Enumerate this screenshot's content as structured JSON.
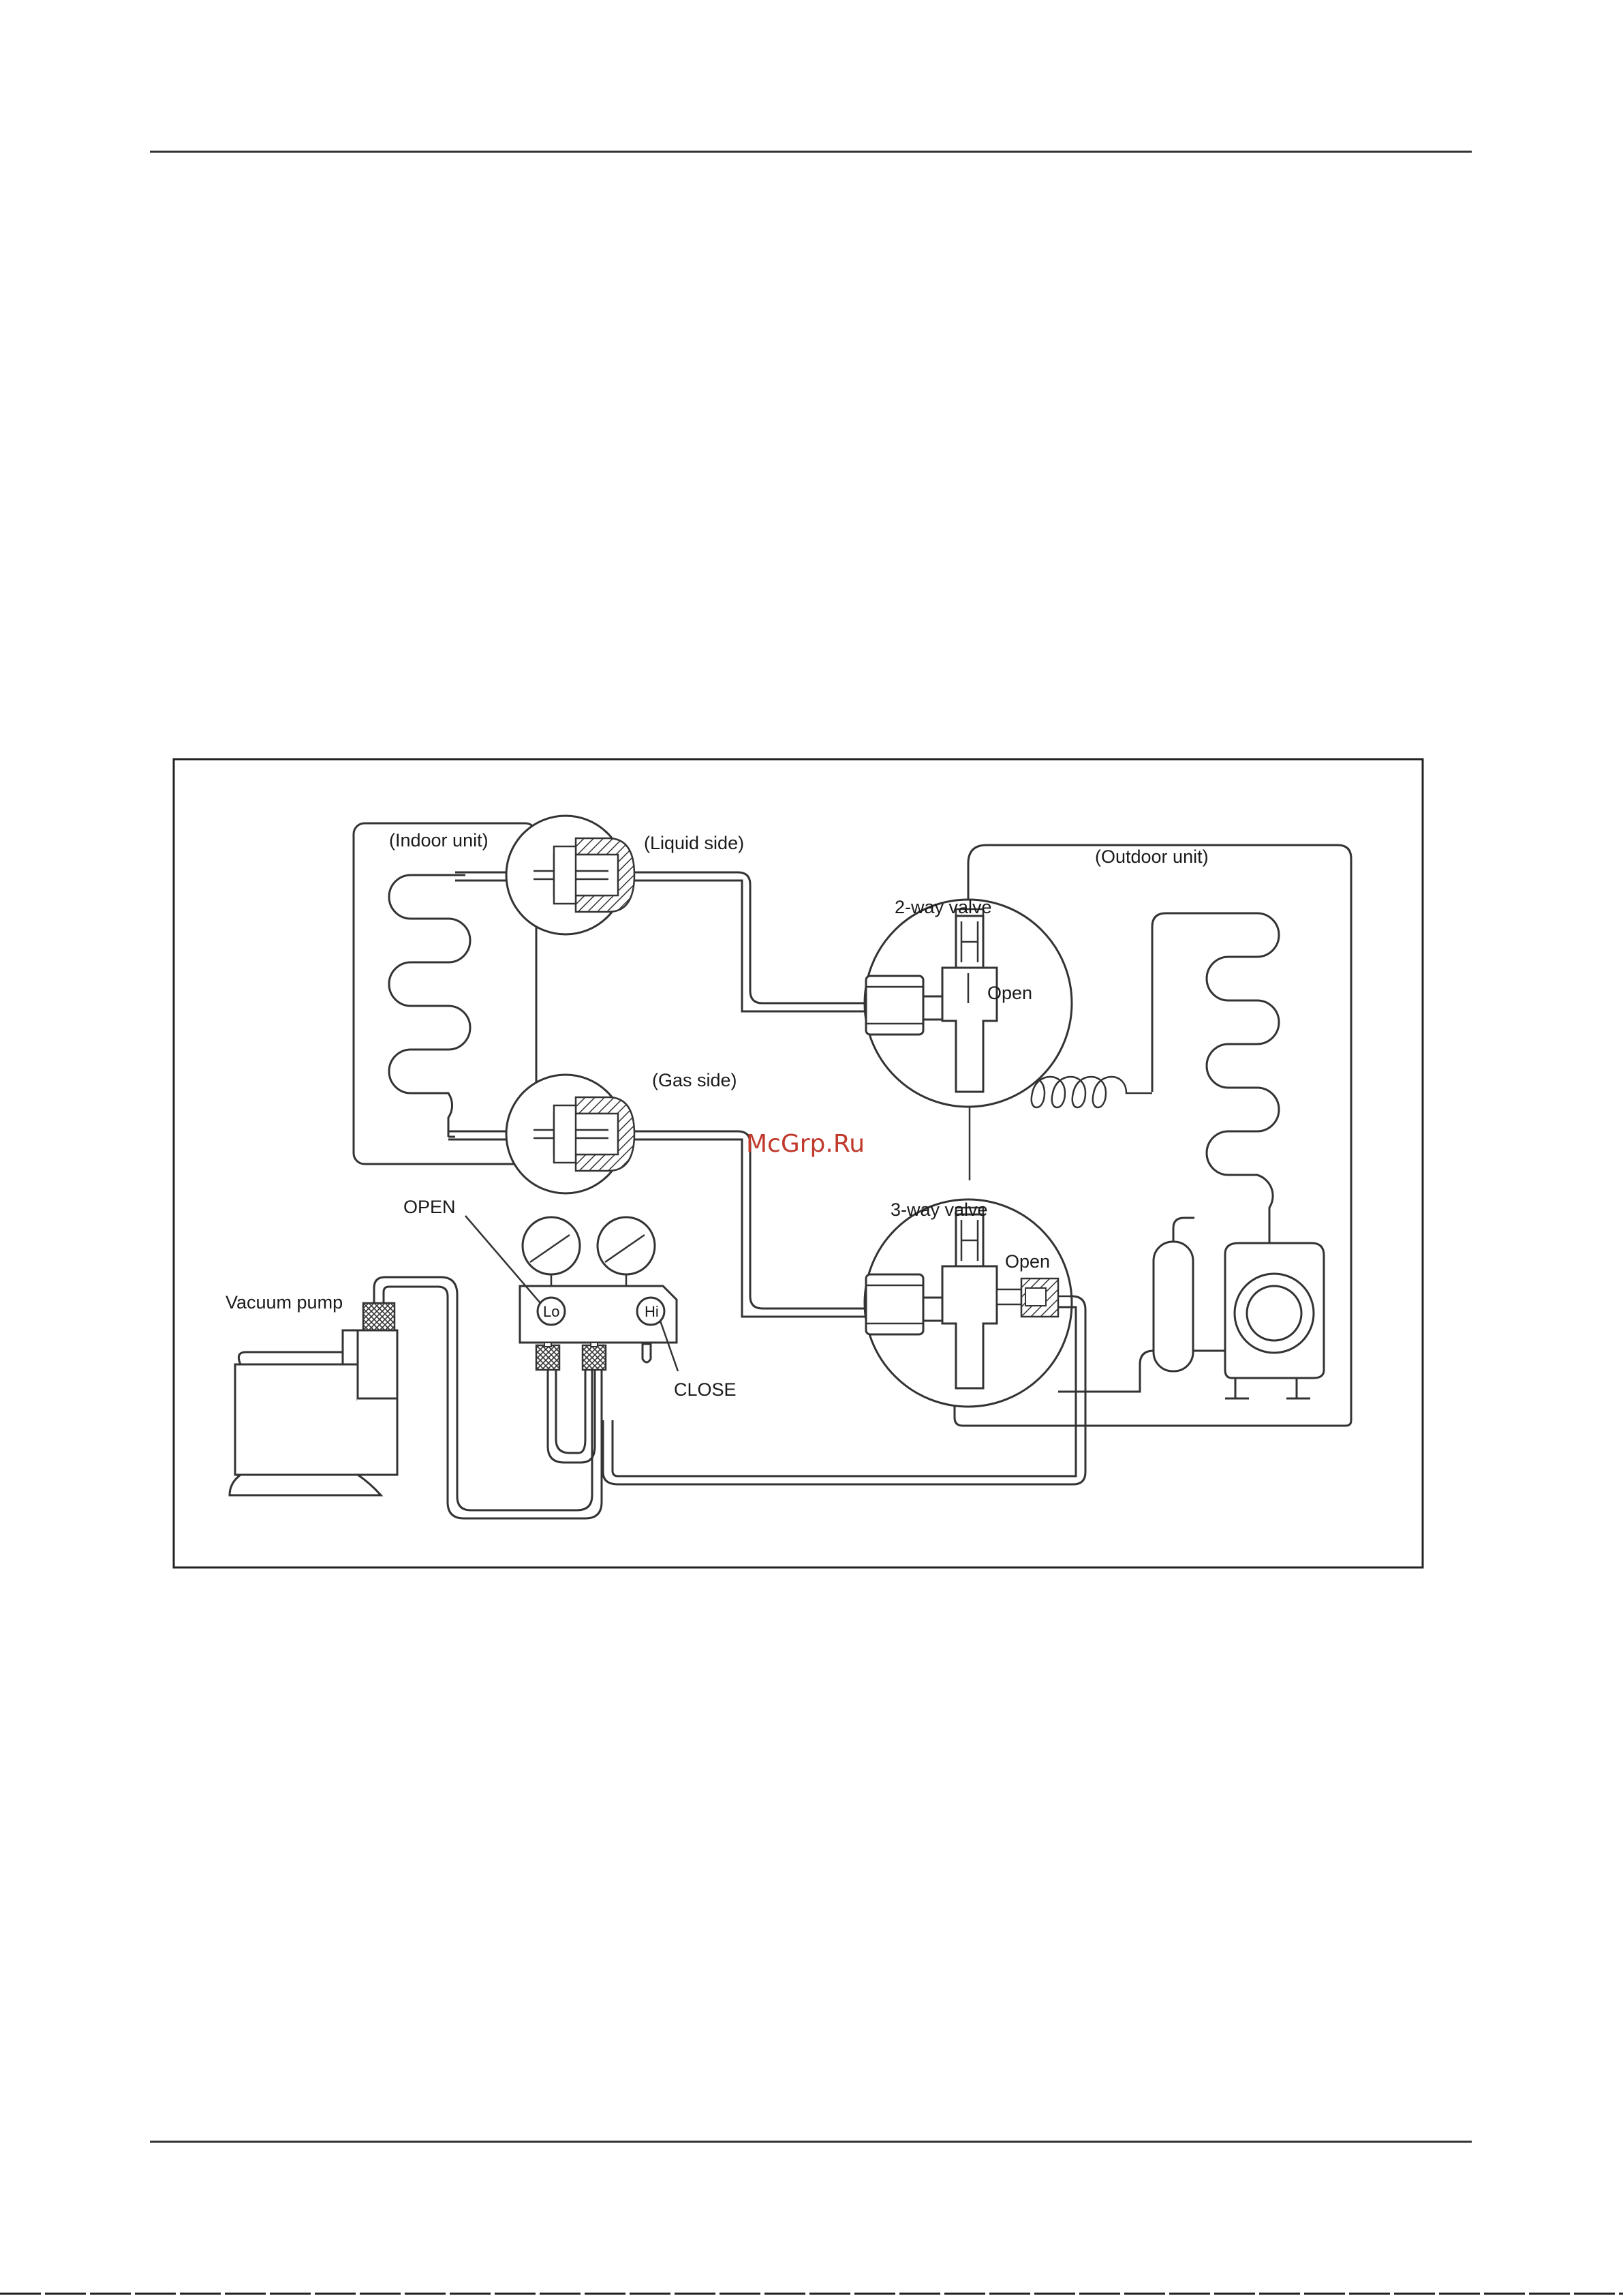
{
  "diagram": {
    "labels": {
      "indoor_unit": "(Indoor unit)",
      "liquid_side": "(Liquid side)",
      "gas_side": "(Gas side)",
      "outdoor_unit": "(Outdoor unit)",
      "two_way_valve": "2-way valve",
      "three_way_valve": "3-way valve",
      "open_two_way": "Open",
      "open_three_way": "Open",
      "open_lo": "OPEN",
      "close_hi": "CLOSE",
      "lo_knob": "Lo",
      "hi_knob": "Hi",
      "vacuum_pump": "Vacuum pump"
    },
    "watermark": "McGrp.Ru",
    "watermark_color": "#c0392b"
  }
}
